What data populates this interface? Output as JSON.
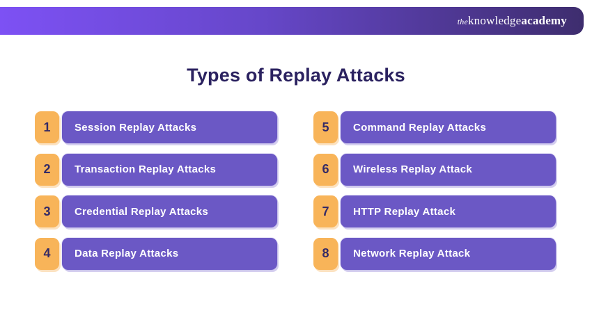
{
  "brand": {
    "logo_the": "the",
    "logo_knowledge": "knowledge",
    "logo_academy": "academy"
  },
  "title": "Types of Replay Attacks",
  "items": [
    {
      "number": "1",
      "label": "Session Replay Attacks"
    },
    {
      "number": "2",
      "label": "Transaction Replay Attacks"
    },
    {
      "number": "3",
      "label": "Credential Replay Attacks"
    },
    {
      "number": "4",
      "label": "Data Replay Attacks"
    },
    {
      "number": "5",
      "label": "Command Replay Attacks"
    },
    {
      "number": "6",
      "label": "Wireless Replay Attack"
    },
    {
      "number": "7",
      "label": "HTTP Replay Attack"
    },
    {
      "number": "8",
      "label": "Network Replay Attack"
    }
  ],
  "colors": {
    "header_gradient_start": "#7d51f4",
    "header_gradient_end": "#3e2d6e",
    "title_text": "#2b2260",
    "badge_background": "#f8b459",
    "badge_number": "#342a66",
    "bar_background": "#6b58c5",
    "bar_text": "#ffffff",
    "page_background": "#ffffff"
  }
}
